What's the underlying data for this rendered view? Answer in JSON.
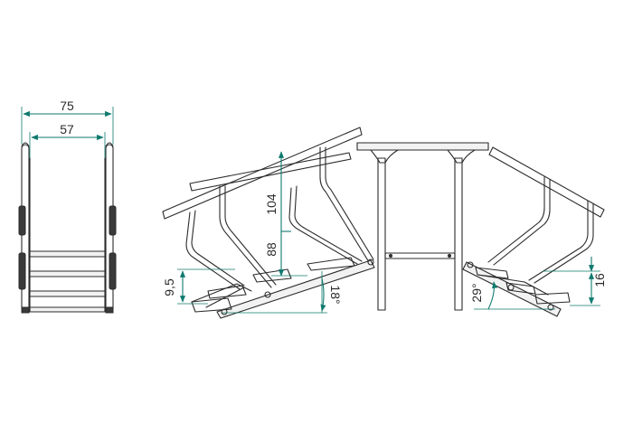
{
  "dimensions": {
    "overall_width": "75",
    "inner_width": "57",
    "step_height": "9,5",
    "stringer_angle_left": "18°",
    "handrail_height_a": "88",
    "handrail_height_b": "104",
    "stringer_angle_right": "29°",
    "riser_height": "16"
  },
  "colors": {
    "dimension_line": "#0f7a6e",
    "outline": "#2b2b2b"
  }
}
